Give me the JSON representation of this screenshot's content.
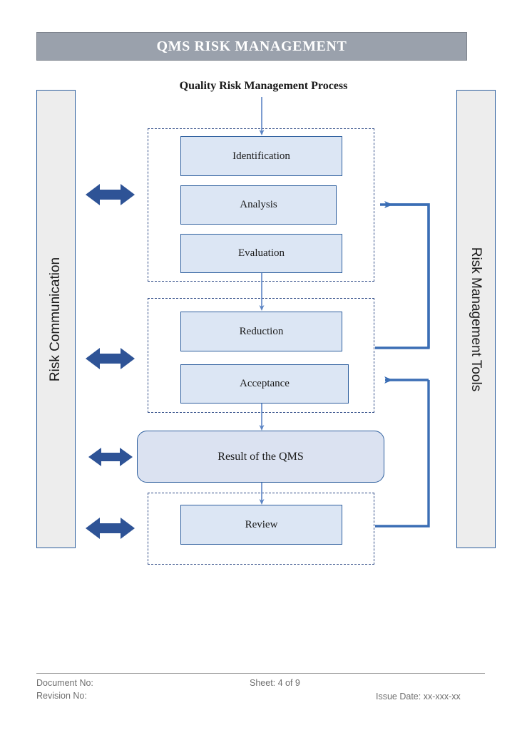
{
  "header": {
    "title": "QMS RISK MANAGEMENT",
    "banner_color": "#9aa1ac",
    "title_color": "#ffffff"
  },
  "diagram": {
    "title": "Quality Risk Management  Process",
    "box_fill": "#dce6f4",
    "box_border": "#2e5f9e",
    "result_fill": "#dbe2f1",
    "dashed_border": "#2e4a86",
    "arrow_color": "#2e5396",
    "connector_color": "#5b84c4",
    "side_panel_fill": "#ededed"
  },
  "panels": {
    "left": {
      "label": "Risk Communication"
    },
    "right": {
      "label": "Risk Management Tools"
    }
  },
  "groups": [
    {
      "id": "assessment",
      "boxes": [
        "Identification",
        "Analysis",
        "Evaluation"
      ]
    },
    {
      "id": "control",
      "boxes": [
        "Reduction",
        "Acceptance"
      ]
    },
    {
      "id": "review",
      "boxes": [
        "Review"
      ]
    }
  ],
  "boxes": {
    "identification": "Identification",
    "analysis": "Analysis",
    "evaluation": "Evaluation",
    "reduction": "Reduction",
    "acceptance": "Acceptance",
    "result": "Result of the QMS",
    "review": "Review"
  },
  "footer": {
    "document_no": "Document No:",
    "revision_no": "Revision No:",
    "sheet": "Sheet: 4 of 9",
    "issue_date": "Issue Date: xx-xxx-xx"
  }
}
